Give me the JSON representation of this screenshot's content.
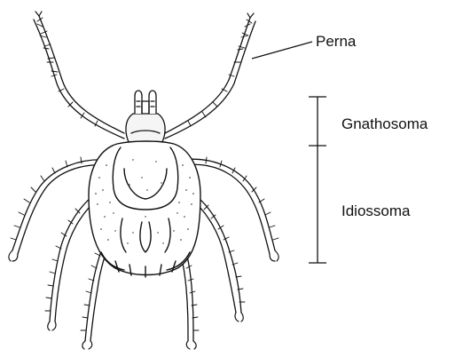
{
  "labels": {
    "leg": "Perna",
    "gnathosoma": "Gnathosoma",
    "idiosoma": "Idiossoma"
  },
  "colors": {
    "ink": "#111111",
    "background": "#ffffff"
  }
}
